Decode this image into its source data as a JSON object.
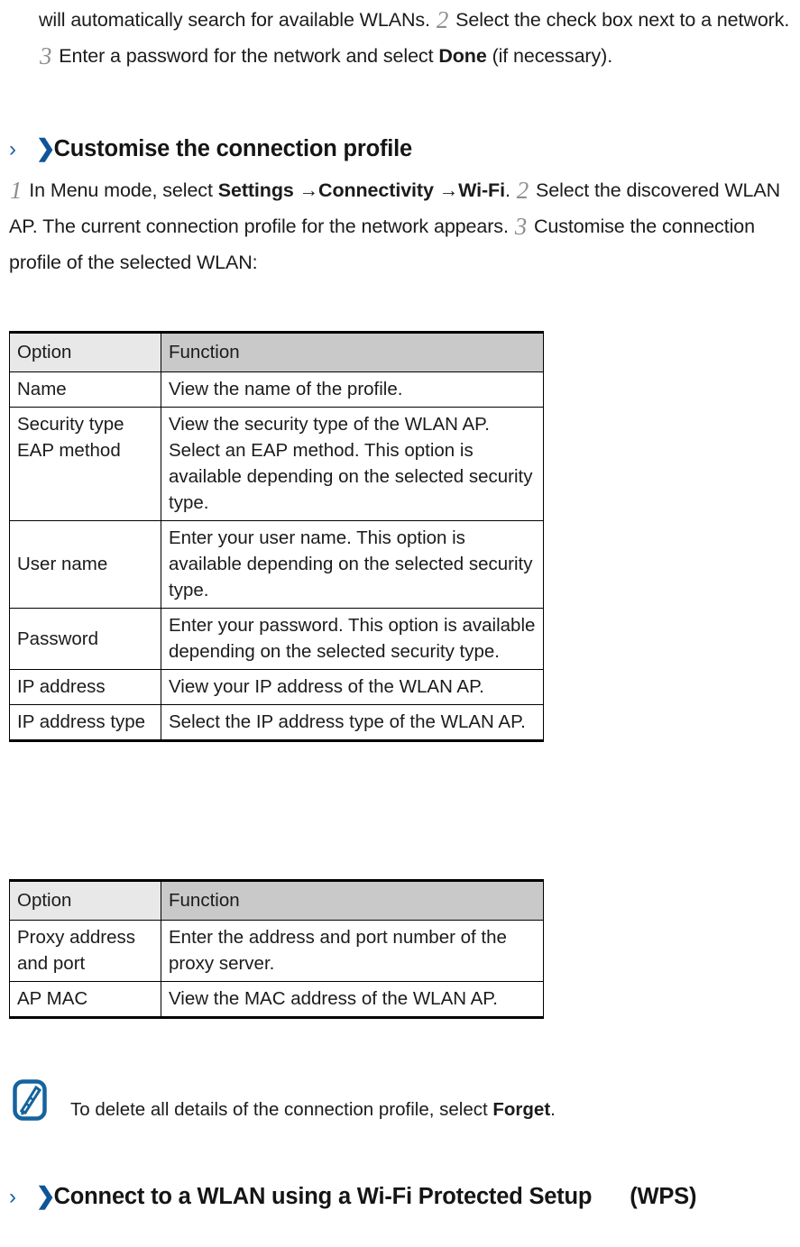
{
  "intro": {
    "part1": "will automatically search for available WLANs.",
    "step2": "2",
    "part2": "Select the check box next to a network.",
    "step3": "3",
    "part3": "Enter a password for the network and select",
    "bold_done": "Done",
    "part4": "(if necessary)."
  },
  "heading_customise": {
    "chevron_thin": "›",
    "chevron_bold": "❯",
    "text": "Customise the connection profile"
  },
  "body": {
    "step1": "1",
    "part1": "In Menu mode, select",
    "bold_settings": "Settings",
    "arrow1": "→",
    "bold_connectivity": "Connectivity",
    "arrow2": "→",
    "bold_wifi": "Wi-Fi",
    "part2": ".",
    "step2": "2",
    "part3": "Select the discovered WLAN AP. The current connection profile for the network appears.",
    "step3": "3",
    "part4": "Customise the connection profile of the selected WLAN:"
  },
  "table1": {
    "headers": [
      "Option",
      "Function"
    ],
    "rows": [
      {
        "option": "Name",
        "function": "View the name of the profile."
      },
      {
        "option": "Security type EAP method",
        "function": "View the security type of the WLAN AP. Select an EAP method. This option is available depending on the selected security type."
      },
      {
        "option": "User name",
        "function": "Enter your user name. This option is available depending on the selected security type."
      },
      {
        "option": "Password",
        "function": "Enter your password. This option is available depending on the selected security type."
      },
      {
        "option": "IP address",
        "function": "View your IP address of the WLAN AP."
      },
      {
        "option": "IP address type",
        "function": "Select the IP address type of the WLAN AP."
      }
    ]
  },
  "table2": {
    "headers": [
      "Option",
      "Function"
    ],
    "rows": [
      {
        "option": "Proxy address and port",
        "function": "Enter the address and port number of the proxy server."
      },
      {
        "option": "AP MAC",
        "function": "View the MAC address of the WLAN AP."
      }
    ]
  },
  "note": {
    "icon": "note-pencil-icon",
    "icon_color": "#15639e",
    "part1": "To delete all details of the connection profile, select",
    "bold_forget": "Forget",
    "part2": "."
  },
  "heading_wps": {
    "chevron_thin": "›",
    "chevron_bold": "❯",
    "text_line1": "Connect to a WLAN using a Wi-Fi Protected Setup",
    "text_line2": "(WPS)"
  },
  "colors": {
    "accent_blue": "#0f5499",
    "header_option_bg": "#e8e8e8",
    "header_function_bg": "#c9c9c9",
    "text": "#1b1b1b",
    "step_number": "#8e8e8e"
  }
}
